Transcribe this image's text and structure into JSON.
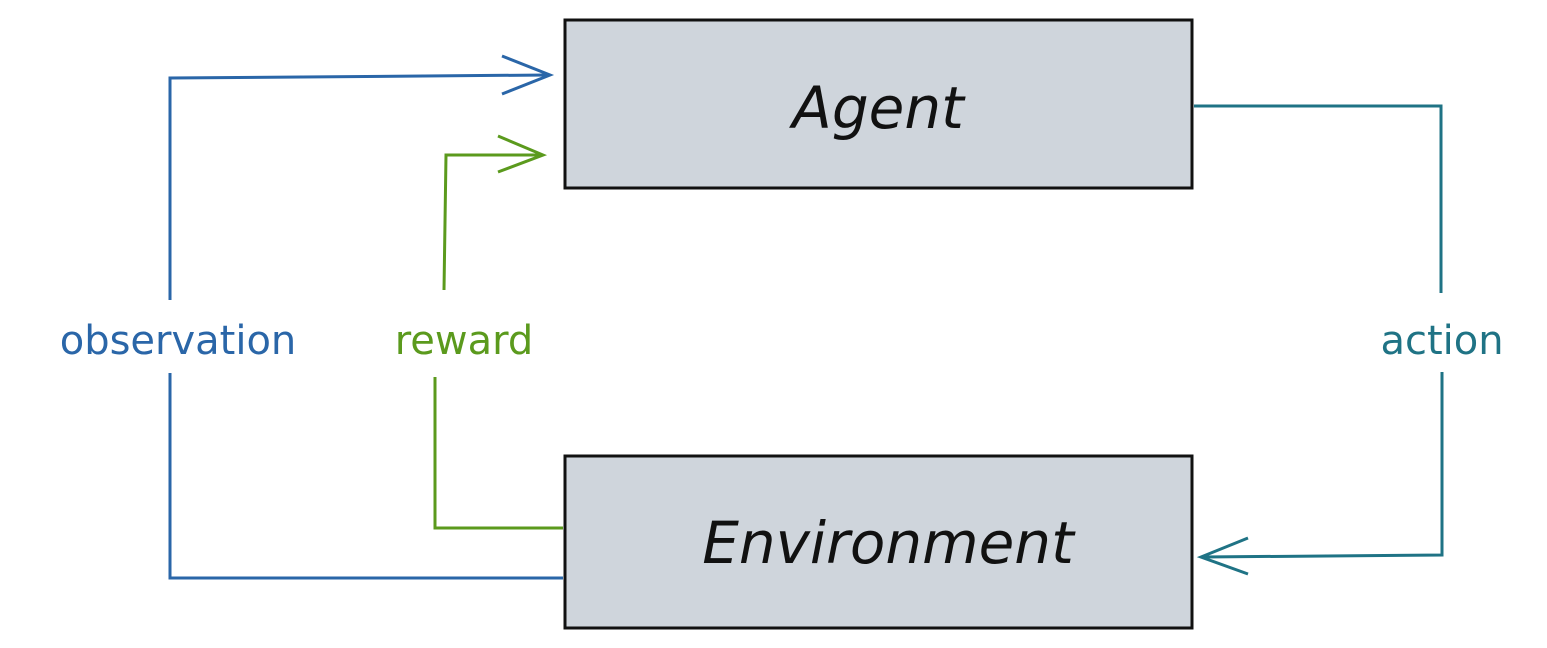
{
  "colors": {
    "box_fill": "#cfd5dc",
    "box_stroke": "#111111",
    "observation": "#2a66a8",
    "reward": "#5b9a1d",
    "action": "#1f7385"
  },
  "nodes": {
    "agent": {
      "label": "Agent"
    },
    "environment": {
      "label": "Environment"
    }
  },
  "edges": {
    "observation": {
      "label": "observation",
      "from": "Environment",
      "to": "Agent"
    },
    "reward": {
      "label": "reward",
      "from": "Environment",
      "to": "Agent"
    },
    "action": {
      "label": "action",
      "from": "Agent",
      "to": "Environment"
    }
  }
}
